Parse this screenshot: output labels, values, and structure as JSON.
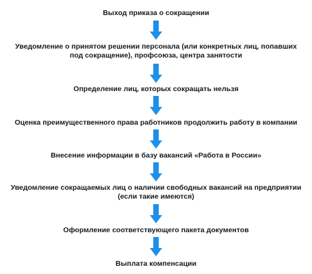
{
  "flowchart": {
    "steps": [
      {
        "lines": [
          "Выход приказа о сокращении"
        ]
      },
      {
        "lines": [
          "Уведомление о принятом решении персонала (или конкретных лиц, попавших",
          "под сокращение), профсоюза, центра занятости"
        ]
      },
      {
        "lines": [
          "Определение лиц, которых сокращать нельзя"
        ]
      },
      {
        "lines": [
          "Оценка преимущественного права работников продолжить работу в компании"
        ]
      },
      {
        "lines": [
          "Внесение информации в базу вакансий «Работа в России»"
        ]
      },
      {
        "lines": [
          "Уведомление сокращаемых лиц о наличии свободных вакансий на предприятии",
          "(если такие имеются)"
        ]
      },
      {
        "lines": [
          "Оформление соответствующего пакета документов"
        ]
      },
      {
        "lines": [
          "Выплата компенсации"
        ]
      }
    ],
    "arrow_color": "#1e90e8",
    "arrow_count": 7
  }
}
